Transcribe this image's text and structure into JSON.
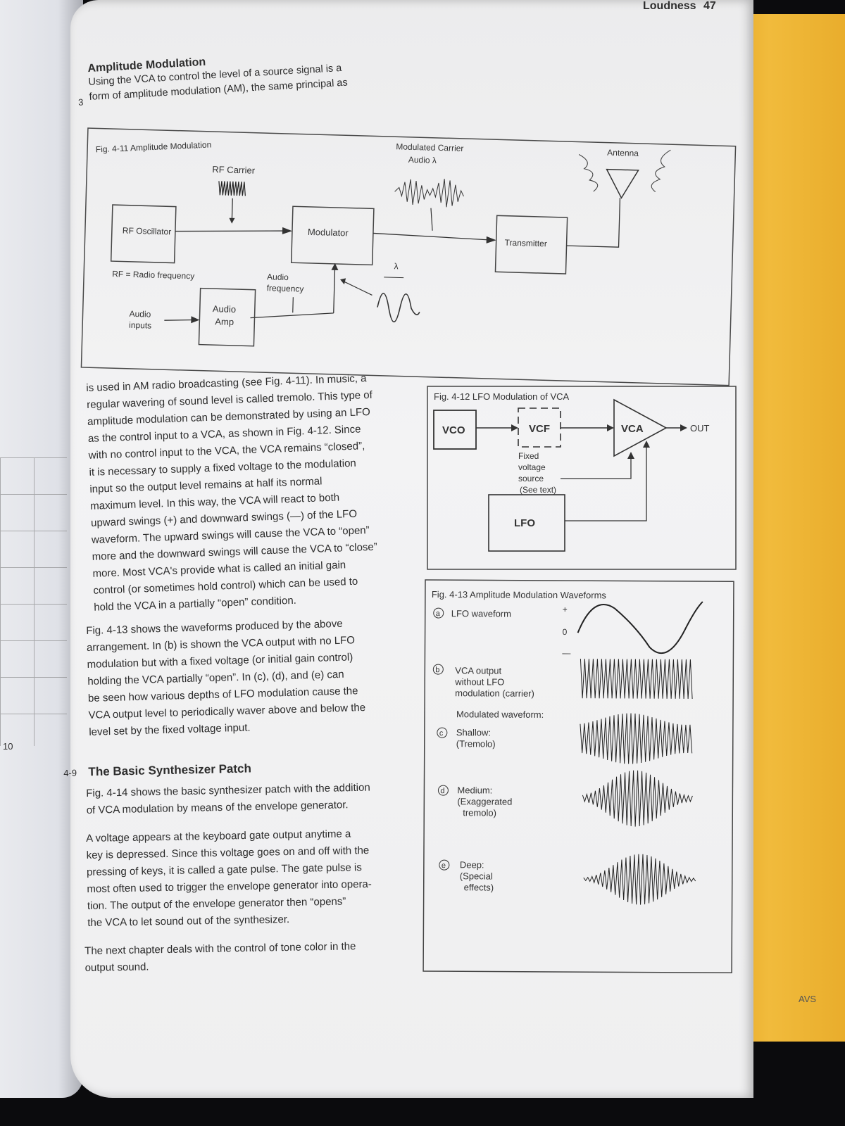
{
  "running_head": {
    "title": "Loudness",
    "page_number": "47"
  },
  "side_marker_top": "3",
  "side_marker_section": "4-9",
  "left_page_number": "10",
  "bottom_edge_text": "AVS",
  "section_am": {
    "heading": "Amplitude Modulation",
    "line1": "Using the VCA to control the level of a source signal is a",
    "line2": "form of amplitude modulation (AM), the same principal as"
  },
  "fig_4_11": {
    "caption": "Fig. 4-11 Amplitude Modulation",
    "rf_carrier": "RF Carrier",
    "rf_oscillator": "RF Oscillator",
    "rf_note": "RF = Radio frequency",
    "modulator": "Modulator",
    "modulated_carrier": "Modulated Carrier",
    "audio_lambda": "Audio λ",
    "antenna": "Antenna",
    "transmitter": "Transmitter",
    "audio_frequency": "Audio frequency",
    "lambda": "λ",
    "audio_inputs": "Audio inputs",
    "audio_amp": "Audio Amp"
  },
  "body_left": {
    "p1": [
      "is used in AM radio broadcasting (see Fig. 4-11). In music, a",
      "regular wavering of sound level is called tremolo. This type of",
      "amplitude modulation can be demonstrated by using an LFO",
      "as the control input to a VCA, as shown in Fig. 4-12. Since",
      "with no control input to the VCA, the VCA remains “closed”,",
      "it is necessary to supply a fixed voltage to the modulation",
      "input so the output level remains at half its normal",
      "maximum level. In this way, the VCA will react to both",
      "upward swings (+) and downward swings (—) of the LFO",
      "waveform. The upward swings will cause the VCA to “open”",
      "more and the downward swings will cause the VCA to “close”",
      "more. Most VCA's provide what is called an initial gain",
      "control (or sometimes hold control) which can be used to",
      "hold the VCA in a partially “open” condition."
    ],
    "p2": [
      "Fig. 4-13 shows the waveforms produced by the above",
      "arrangement. In (b) is shown the VCA output with no LFO",
      "modulation but with a fixed voltage (or initial gain control)",
      "holding the VCA partially “open”. In (c), (d), and (e) can",
      "be seen how various depths of LFO modulation cause the",
      "VCA output level to periodically waver above and below the",
      "level set by the fixed voltage input."
    ],
    "section_heading": "The Basic Synthesizer Patch",
    "p3": [
      "Fig. 4-14 shows the basic synthesizer patch with the addition",
      "of VCA modulation by means of the envelope generator."
    ],
    "p4": [
      "A voltage appears at the keyboard gate output anytime a",
      "key is depressed. Since this voltage goes on and off with the",
      "pressing of keys, it is called a gate pulse. The gate pulse is",
      "most often used to trigger the envelope generator into opera-",
      "tion. The output of the envelope generator then “opens”",
      "the VCA to let sound out of the synthesizer."
    ],
    "p5": [
      "The next chapter deals with the control of tone color in the",
      "output sound."
    ]
  },
  "fig_4_12": {
    "caption": "Fig. 4-12 LFO Modulation of VCA",
    "vco": "VCO",
    "vcf": "VCF",
    "vca": "VCA",
    "out": "OUT",
    "fixed_voltage": [
      "Fixed",
      "voltage",
      "source",
      "(See text)"
    ],
    "lfo": "LFO"
  },
  "fig_4_13": {
    "caption": "Fig. 4-13 Amplitude Modulation Waveforms",
    "a_marker": "a",
    "a_label": "LFO waveform",
    "plus": "+",
    "zero": "0",
    "minus": "—",
    "b_marker": "b",
    "b_label": [
      "VCA output",
      "without LFO",
      "modulation (carrier)"
    ],
    "modulated_label": "Modulated waveform:",
    "c_marker": "c",
    "c_label": [
      "Shallow:",
      "(Tremolo)"
    ],
    "d_marker": "d",
    "d_label": [
      "Medium:",
      "(Exaggerated",
      "tremolo)"
    ],
    "e_marker": "e",
    "e_label": [
      "Deep:",
      "(Special",
      "effects)"
    ]
  }
}
